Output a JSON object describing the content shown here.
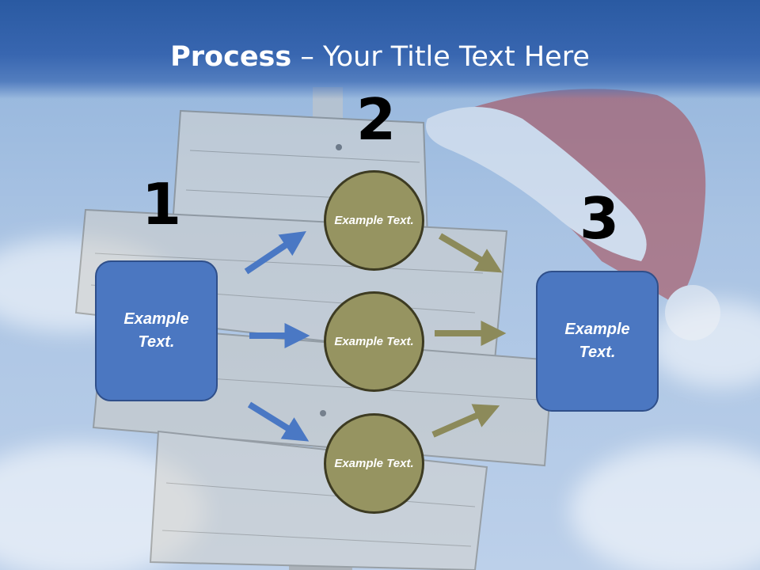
{
  "slide": {
    "title_bold": "Process",
    "title_rest": " – Your Title Text Here",
    "step_numbers": [
      "1",
      "2",
      "3"
    ],
    "left_box": "Example Text.",
    "right_box": "Example Text.",
    "circles": [
      "Example Text.",
      "Example Text.",
      "Example Text."
    ],
    "colors": {
      "header": "#3866b0",
      "box_fill": "#4b77c1",
      "circle_fill": "#969461",
      "blue_arrow": "#4a78c4",
      "olive_arrow": "#8c8a5a"
    },
    "background_icons": [
      "wooden-signpost-icon",
      "santa-hat-icon",
      "sky-clouds"
    ]
  }
}
